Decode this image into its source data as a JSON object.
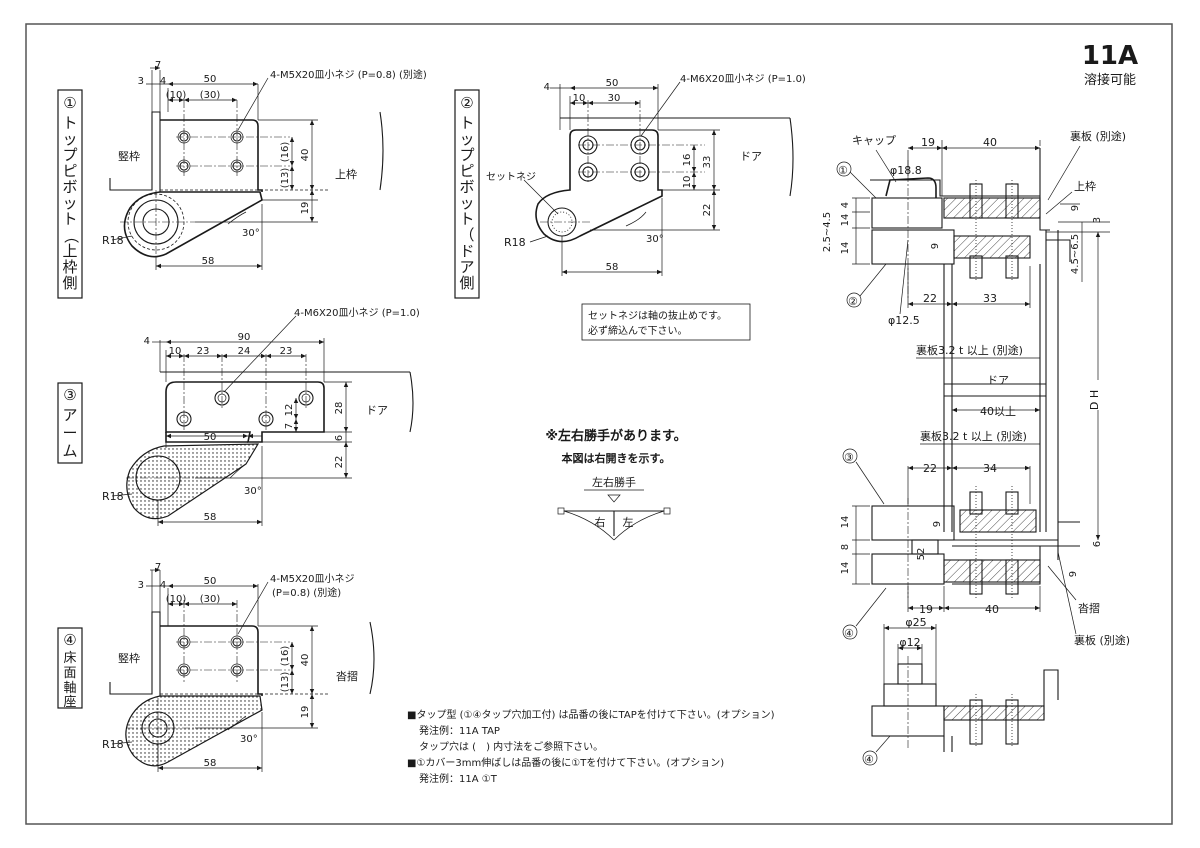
{
  "header": {
    "model": "11A",
    "subtitle": "溶接可能"
  },
  "part1": {
    "label_num": "①",
    "label_chars": [
      "ト",
      "ッ",
      "プ",
      "ピ",
      "ボ",
      "ッ",
      "ト",
      "（",
      "上",
      "枠",
      "側",
      "）"
    ],
    "screw_note": "4-M5X20皿小ネジ (P=0.8) (別途)",
    "frame_label": "竪枠",
    "side_label": "上枠",
    "dims": {
      "d7": "7",
      "d3": "3",
      "d4": "4",
      "d50": "50",
      "d10": "(10)",
      "d30": "(30)",
      "d16": "(16)",
      "d13": "(13)",
      "d40": "40",
      "d19": "19",
      "r18": "R18",
      "a30": "30°",
      "d58": "58"
    }
  },
  "part2": {
    "label_num": "②",
    "label_chars": [
      "ト",
      "ッ",
      "プ",
      "ピ",
      "ボ",
      "ッ",
      "ト",
      "（",
      "ド",
      "ア",
      "側",
      "）"
    ],
    "screw_note": "4-M6X20皿小ネジ (P=1.0)",
    "set_screw": "セットネジ",
    "side_label": "ドア",
    "dims": {
      "d4": "4",
      "d50": "50",
      "d10": "10",
      "d30": "30",
      "d16": "16",
      "d10b": "10",
      "d33": "33",
      "d22": "22",
      "r18": "R18",
      "a30": "30°",
      "d58": "58"
    },
    "note_line1": "セットネジは軸の抜止めです。",
    "note_line2": "必ず締込んで下さい。"
  },
  "part3": {
    "label_num": "③",
    "label_chars": [
      "ア",
      "ー",
      "ム"
    ],
    "screw_note": "4-M6X20皿小ネジ (P=1.0)",
    "side_label": "ドア",
    "dims": {
      "d4": "4",
      "d90": "90",
      "d10": "10",
      "d23a": "23",
      "d24": "24",
      "d23b": "23",
      "d12": "12",
      "d7": "7",
      "d28": "28",
      "d6": "6",
      "d50": "50",
      "d22": "22",
      "r18": "R18",
      "a30": "30°",
      "d58": "58"
    }
  },
  "part4": {
    "label_num": "④",
    "label_chars": [
      "床",
      "面",
      "軸",
      "座"
    ],
    "screw_note_1": "4-M5X20皿小ネジ",
    "screw_note_2": "(P=0.8) (別途)",
    "frame_label": "竪枠",
    "side_label": "沓摺",
    "dims": {
      "d7": "7",
      "d3": "3",
      "d4": "4",
      "d50": "50",
      "d10": "(10)",
      "d30": "(30)",
      "d16": "(16)",
      "d13": "(13)",
      "d40": "40",
      "d19": "19",
      "r18": "R18",
      "a30": "30°",
      "d58": "58"
    }
  },
  "center": {
    "hand_note": "※左右勝手があります。",
    "open_note": "本図は右開きを示す。",
    "hand_title": "左右勝手",
    "right": "右",
    "left": "左"
  },
  "section": {
    "cap": "キャップ",
    "backplate_opt": "裏板 (別途)",
    "top_frame": "上枠",
    "phi188": "φ18.8",
    "phi125": "φ12.5",
    "d19": "19",
    "d40": "40",
    "d14a": "14",
    "d4": "4",
    "d14b": "14",
    "d2545": "2.5~4.5",
    "d9a": "9",
    "d9b": "9",
    "d3": "3",
    "d4565": "4.5~6.5",
    "d22": "22",
    "d33": "33",
    "backplate_32a": "裏板3.2 t 以上 (別途)",
    "door": "ドア",
    "d40min": "40以上",
    "backplate_32b": "裏板3.2 t 以上 (別途)",
    "dh": "D H",
    "d22b": "22",
    "d34": "34",
    "d14c": "14",
    "d8": "8",
    "d14d": "14",
    "d9c": "9",
    "d52": "52",
    "d9d": "9",
    "d6": "6",
    "d19b": "19",
    "d40b": "40",
    "threshold": "沓摺",
    "backplate_b": "裏板 (別途)",
    "phi25": "φ25",
    "phi12": "φ12",
    "n1": "①",
    "n2": "②",
    "n3": "③",
    "n4a": "④",
    "n4b": "④"
  },
  "notes": {
    "l1": "■タップ型 (①④タップ穴加工付) は品番の後にTAPを付けて下さい。(オプション)",
    "l2": "発注例：11A TAP",
    "l3": "タップ穴は (　) 内寸法をご参照下さい。",
    "l4": "■①カバー3mm伸ばしは品番の後に①Tを付けて下さい。(オプション)",
    "l5": "発注例：11A ①T"
  }
}
